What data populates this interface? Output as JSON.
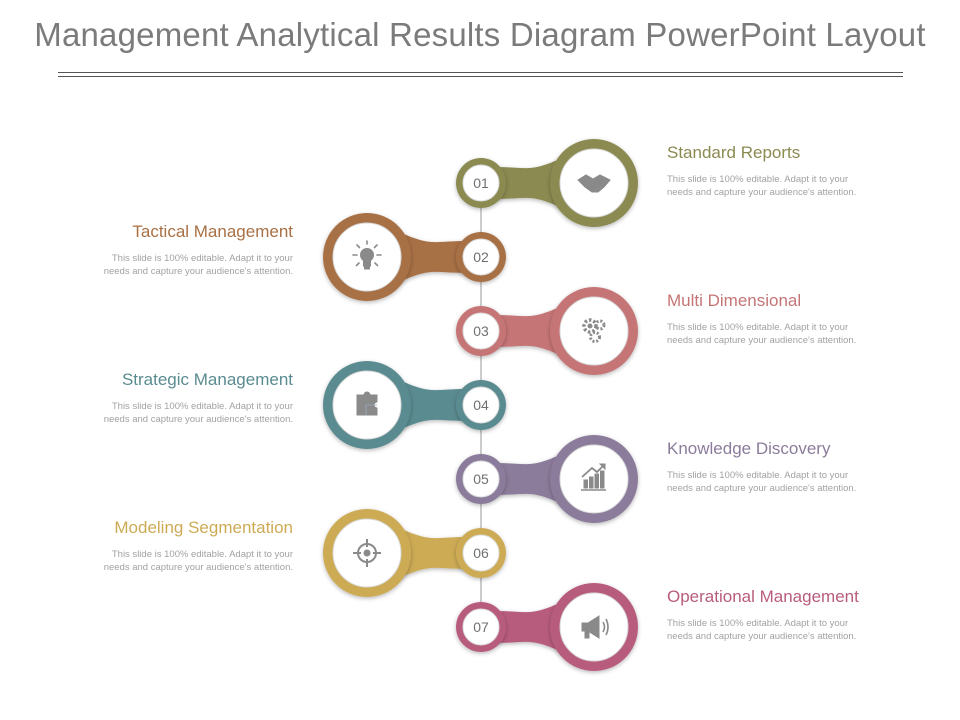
{
  "title": "Management Analytical Results Diagram PowerPoint Layout",
  "colors": {
    "title_text": "#7b7b7b",
    "description_text": "#a2a2a2",
    "number_text": "#707070",
    "connector": "#9a9a9a"
  },
  "steps": [
    {
      "number": "01",
      "title": "Standard Reports",
      "description": "This slide is 100% editable.  Adapt it to your needs and capture your audience's attention.",
      "color": "#8b8a51",
      "side": "right",
      "icon": "handshake-icon"
    },
    {
      "number": "02",
      "title": "Tactical Management",
      "description": "This slide is 100% editable.  Adapt it to your needs and capture your audience's attention.",
      "color": "#a87044",
      "side": "left",
      "icon": "lightbulb-icon"
    },
    {
      "number": "03",
      "title": "Multi Dimensional",
      "description": "This slide is 100% editable.  Adapt it to your needs and capture your audience's attention.",
      "color": "#c57576",
      "side": "right",
      "icon": "gears-icon"
    },
    {
      "number": "04",
      "title": "Strategic Management",
      "description": "This slide is 100% editable.  Adapt it to your needs and capture your audience's attention.",
      "color": "#5a8b90",
      "side": "left",
      "icon": "puzzle-icon"
    },
    {
      "number": "05",
      "title": "Knowledge Discovery",
      "description": "This slide is 100% editable.  Adapt it to your needs and capture your audience's attention.",
      "color": "#8c7c9b",
      "side": "right",
      "icon": "growth-chart-icon"
    },
    {
      "number": "06",
      "title": "Modeling Segmentation",
      "description": "This slide is 100% editable.  Adapt it to your needs and capture your audience's attention.",
      "color": "#cdab55",
      "side": "left",
      "icon": "target-icon"
    },
    {
      "number": "07",
      "title": "Operational Management",
      "description": "This slide is 100% editable.  Adapt it to your needs and capture your audience's attention.",
      "color": "#b85c7e",
      "side": "right",
      "icon": "megaphone-icon"
    }
  ]
}
